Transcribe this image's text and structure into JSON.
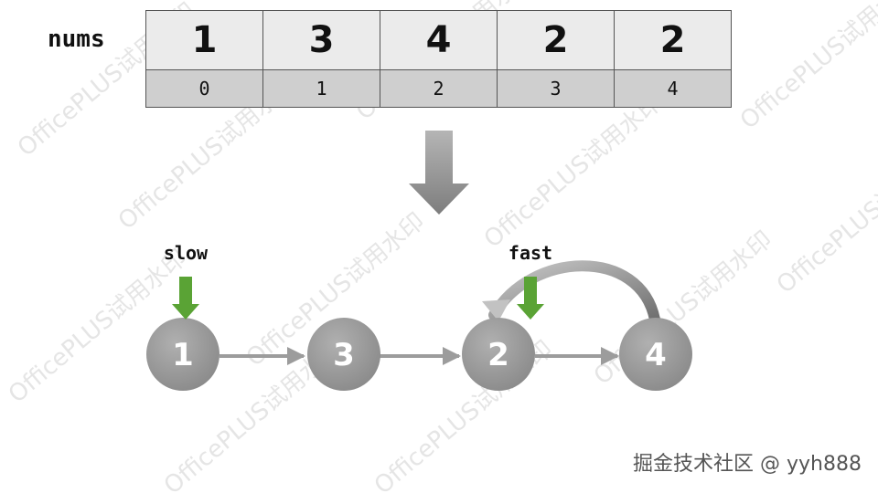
{
  "array": {
    "label": "nums",
    "values": [
      "1",
      "3",
      "4",
      "2",
      "2"
    ],
    "indices": [
      "0",
      "1",
      "2",
      "3",
      "4"
    ]
  },
  "graph": {
    "nodes": [
      "1",
      "3",
      "2",
      "4"
    ],
    "pointers": {
      "slow": "slow",
      "fast": "fast"
    }
  },
  "colors": {
    "node_fill": "#9a9a9a",
    "edge": "#9c9c9c",
    "pointer_arrow": "#5aa335",
    "table_value_bg": "#ebebeb",
    "table_index_bg": "#cfcfcf"
  },
  "watermark": "OfficePLUS试用水印",
  "credit": "掘金技术社区 @ yyh888"
}
